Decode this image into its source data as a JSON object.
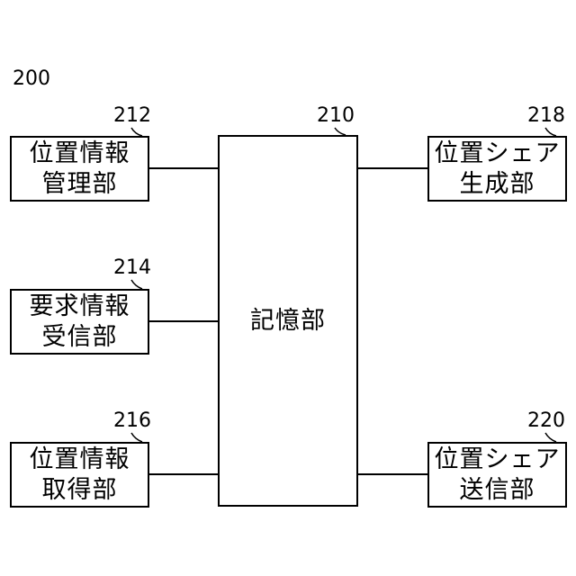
{
  "diagram": {
    "system_ref": "200",
    "blocks": {
      "storage": {
        "ref": "210",
        "lines": [
          "記憶部"
        ]
      },
      "position_info_manager": {
        "ref": "212",
        "lines": [
          "位置情報",
          "管理部"
        ]
      },
      "request_info_receiver": {
        "ref": "214",
        "lines": [
          "要求情報",
          "受信部"
        ]
      },
      "position_info_acquirer": {
        "ref": "216",
        "lines": [
          "位置情報",
          "取得部"
        ]
      },
      "position_share_generator": {
        "ref": "218",
        "lines": [
          "位置シェア",
          "生成部"
        ]
      },
      "position_share_sender": {
        "ref": "220",
        "lines": [
          "位置シェア",
          "送信部"
        ]
      }
    },
    "connections": [
      {
        "from": "212",
        "to": "210"
      },
      {
        "from": "214",
        "to": "210"
      },
      {
        "from": "216",
        "to": "210"
      },
      {
        "from": "210",
        "to": "218"
      },
      {
        "from": "210",
        "to": "220"
      }
    ]
  }
}
